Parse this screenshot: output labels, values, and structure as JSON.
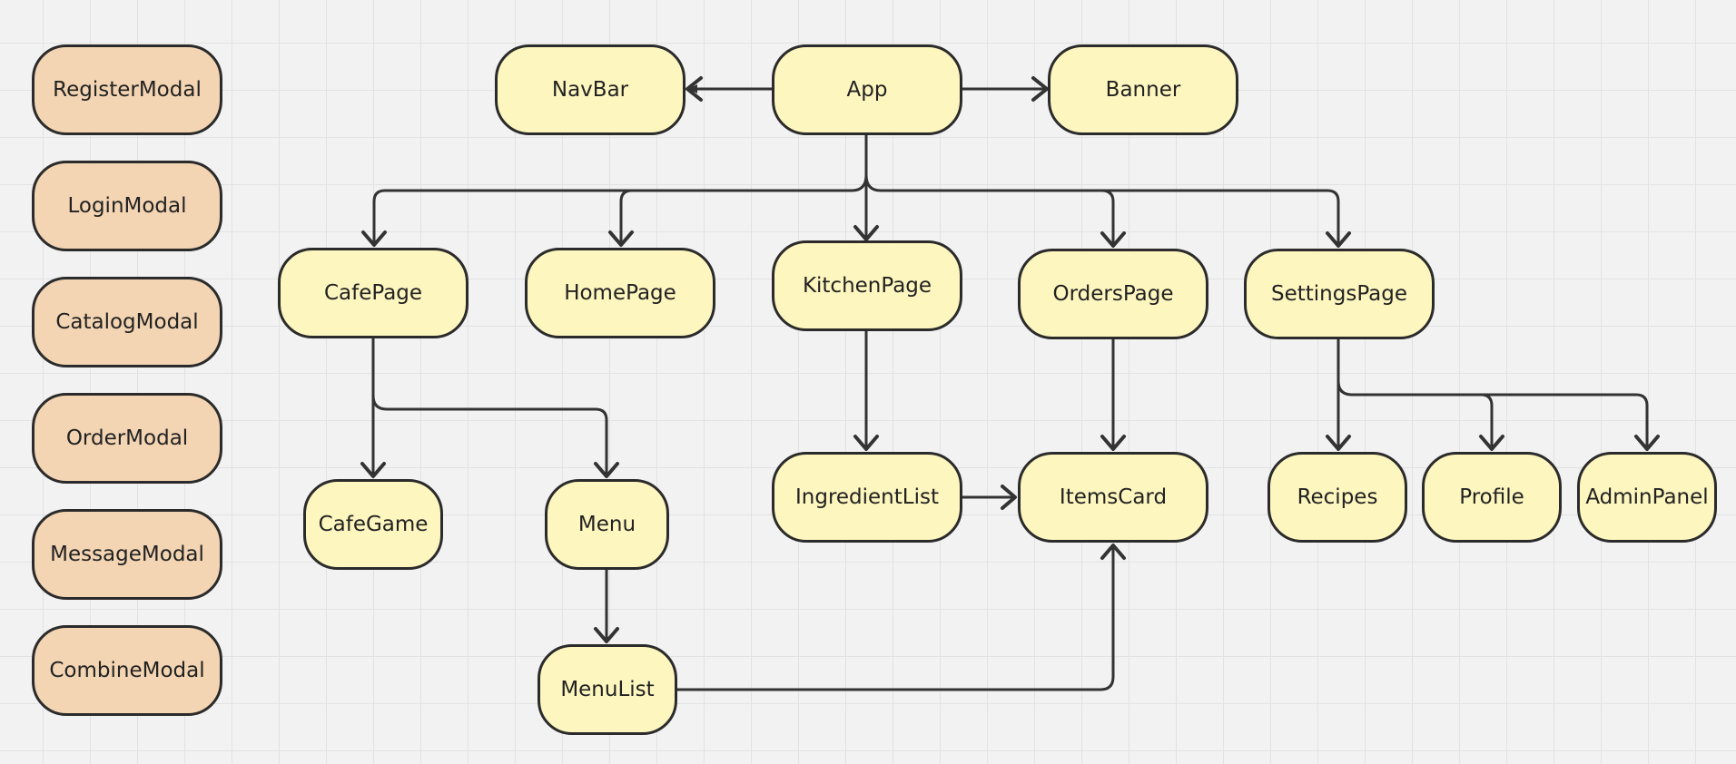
{
  "colors": {
    "component_fill": "#fdf6bf",
    "modal_fill": "#f3d5b3",
    "stroke": "#2b2b2b",
    "edge": "#333333",
    "background": "#f2f2f2"
  },
  "components": {
    "app": "App",
    "navbar": "NavBar",
    "banner": "Banner",
    "cafepage": "CafePage",
    "homepage": "HomePage",
    "kitchenpage": "KitchenPage",
    "orderspage": "OrdersPage",
    "settingspage": "SettingsPage",
    "cafegame": "CafeGame",
    "menu": "Menu",
    "menulist": "MenuList",
    "ingredientlist": "IngredientList",
    "itemscard": "ItemsCard",
    "recipes": "Recipes",
    "profile": "Profile",
    "adminpanel": "AdminPanel"
  },
  "modals": {
    "registermodal": "RegisterModal",
    "loginmodal": "LoginModal",
    "catalogmodal": "CatalogModal",
    "ordermodal": "OrderModal",
    "messagemodal": "MessageModal",
    "combinemodal": "CombineModal"
  },
  "edges": [
    {
      "from": "App",
      "to": "NavBar"
    },
    {
      "from": "App",
      "to": "Banner"
    },
    {
      "from": "App",
      "to": "CafePage"
    },
    {
      "from": "App",
      "to": "HomePage"
    },
    {
      "from": "App",
      "to": "KitchenPage"
    },
    {
      "from": "App",
      "to": "OrdersPage"
    },
    {
      "from": "App",
      "to": "SettingsPage"
    },
    {
      "from": "CafePage",
      "to": "CafeGame"
    },
    {
      "from": "CafePage",
      "to": "Menu"
    },
    {
      "from": "Menu",
      "to": "MenuList"
    },
    {
      "from": "MenuList",
      "to": "ItemsCard"
    },
    {
      "from": "KitchenPage",
      "to": "IngredientList"
    },
    {
      "from": "IngredientList",
      "to": "ItemsCard"
    },
    {
      "from": "OrdersPage",
      "to": "ItemsCard"
    },
    {
      "from": "SettingsPage",
      "to": "Recipes"
    },
    {
      "from": "SettingsPage",
      "to": "Profile"
    },
    {
      "from": "SettingsPage",
      "to": "AdminPanel"
    }
  ]
}
